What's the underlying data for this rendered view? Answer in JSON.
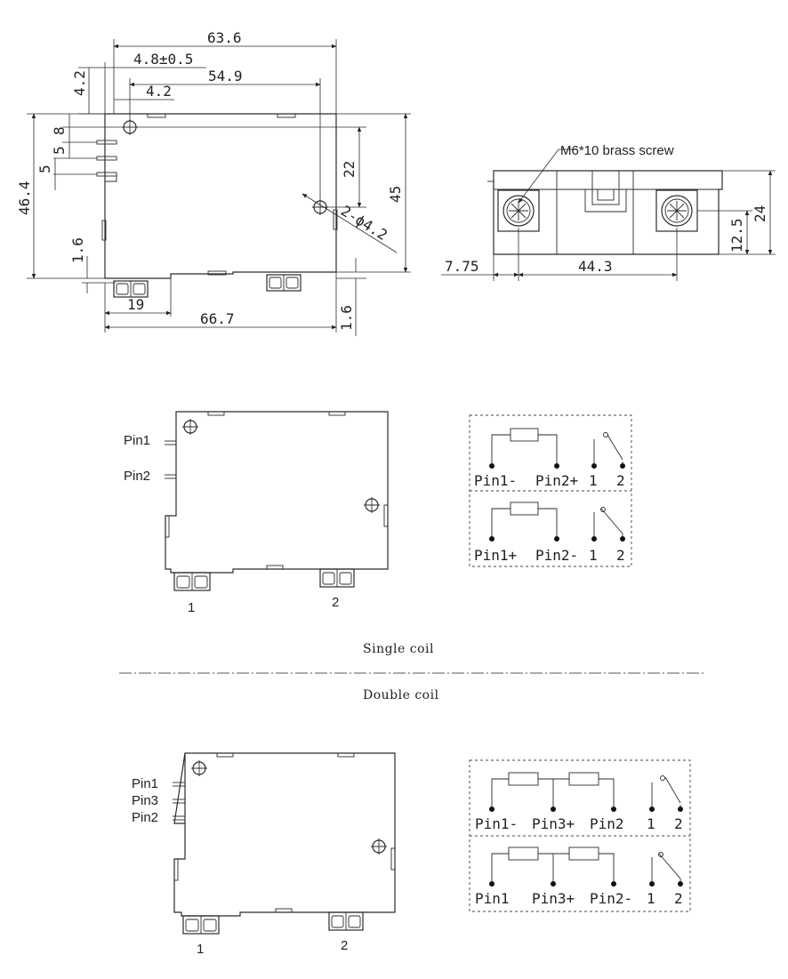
{
  "dimensions": {
    "overall_length": "63.6",
    "pin_offset": "4.8±0.5",
    "hole_spacing": "54.9",
    "hole_offset": "4.2",
    "left_vertical_top": "4.2",
    "pin_gap_a": "8",
    "pin_gap_b": "5",
    "pin_gap_c": "5",
    "overall_height": "46.4",
    "hole_vertical": "22",
    "body_height": "45",
    "hole_diameter": "2-ϕ4.2",
    "left_bottom": "1.6",
    "terminal_width": "19",
    "base_length": "66.7",
    "right_bottom": "1.6",
    "screw_callout": "M6*10 brass screw",
    "side_left_offset": "7.75",
    "terminal_spacing": "44.3",
    "screw_height": "12.5",
    "side_height": "24"
  },
  "single_coil": {
    "pin_labels": [
      "Pin1",
      "Pin2"
    ],
    "terminal_labels": [
      "1",
      "2"
    ],
    "schematic_a": [
      "Pin1-",
      "Pin2+",
      "1",
      "2"
    ],
    "schematic_b": [
      "Pin1+",
      "Pin2-",
      "1",
      "2"
    ]
  },
  "captions": {
    "single": "Single coil",
    "double": "Double coil"
  },
  "double_coil": {
    "pin_labels": [
      "Pin1",
      "Pin3",
      "Pin2"
    ],
    "terminal_labels": [
      "1",
      "2"
    ],
    "schematic_a": [
      "Pin1-",
      "Pin3+",
      "Pin2",
      "1",
      "2"
    ],
    "schematic_b": [
      "Pin1",
      "Pin3+",
      "Pin2-",
      "1",
      "2"
    ]
  }
}
